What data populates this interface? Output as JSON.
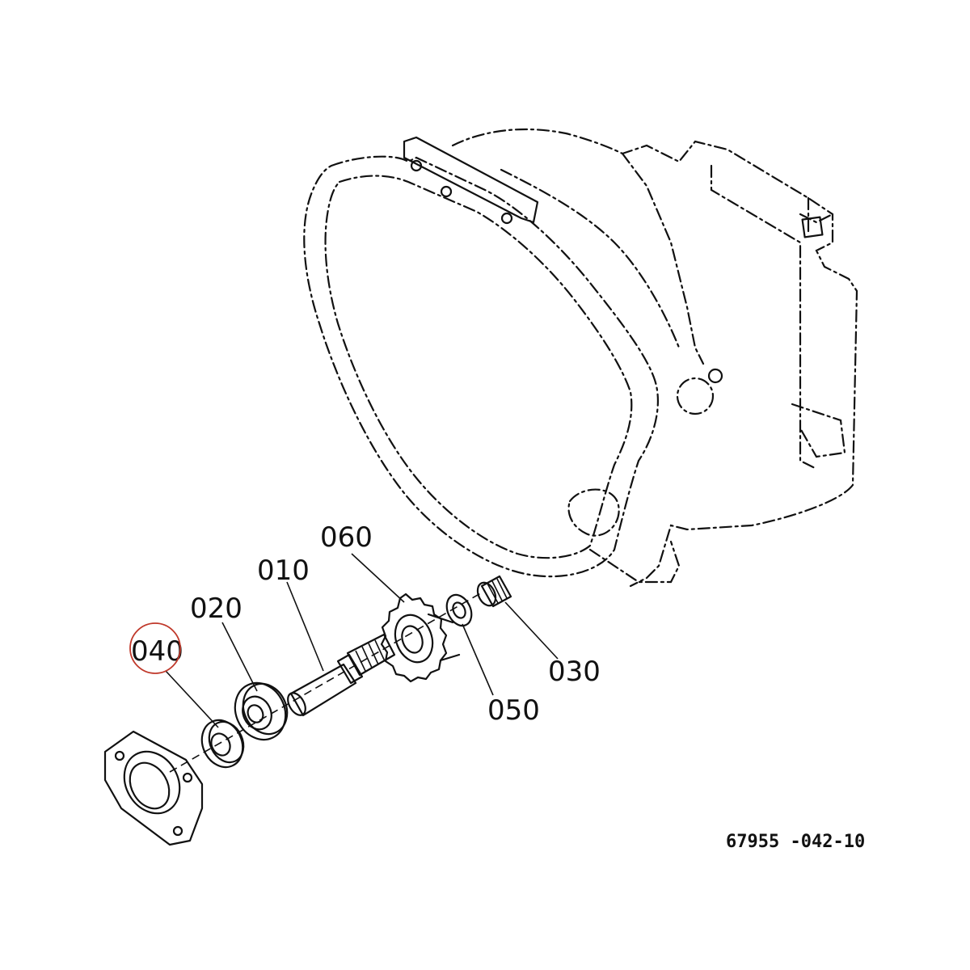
{
  "diagram": {
    "callouts": {
      "shaft": "010",
      "ball_bearing_large": "020",
      "needle_bearing": "030",
      "ball_bearing_small": "040",
      "thrust_washer": "050",
      "gear": "060"
    },
    "highlighted_callout": "040",
    "highlight_color": "#c0392b",
    "figure_code": "67955 -042-10"
  }
}
